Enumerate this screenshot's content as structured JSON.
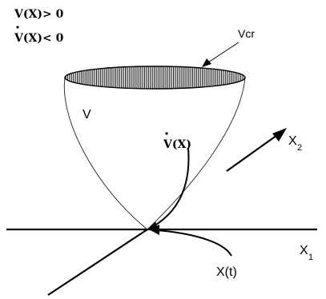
{
  "labels": {
    "cond1": "V(X)> 0",
    "cond2": "V(X)< 0",
    "vcr": "Vcr",
    "v": "V",
    "vdot": "V(X)",
    "x2_main": "X",
    "x2_sub": "2",
    "x1_main": "X",
    "x1_sub": "1",
    "xt": "X(t)"
  }
}
